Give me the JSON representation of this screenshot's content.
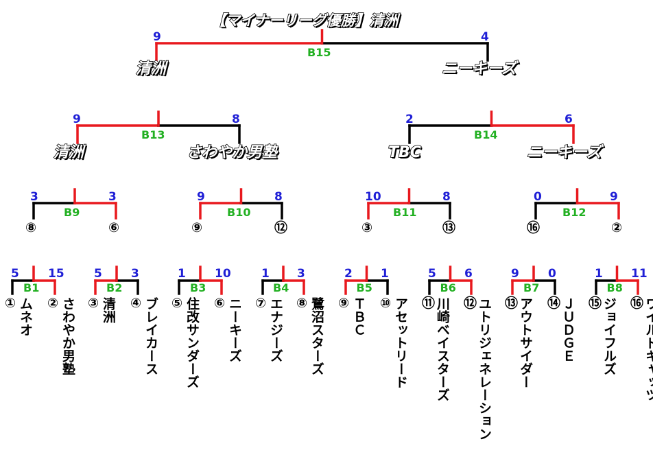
{
  "title": "【マイナーリーグ優勝】清洲",
  "colors": {
    "win": "#e8191e",
    "lose": "#000000",
    "score": "#1f1fd6",
    "game": "#22b022"
  },
  "round1": [
    {
      "game": "B1",
      "left": {
        "seed": "①",
        "name": "ムネオ",
        "score": "5"
      },
      "right": {
        "seed": "②",
        "name": "さわやか男塾",
        "score": "15"
      },
      "winner": "right"
    },
    {
      "game": "B2",
      "left": {
        "seed": "③",
        "name": "清洲",
        "score": "5"
      },
      "right": {
        "seed": "④",
        "name": "ブレイカース",
        "score": "3"
      },
      "winner": "left"
    },
    {
      "game": "B3",
      "left": {
        "seed": "⑤",
        "name": "住改サンダーズ",
        "score": "1"
      },
      "right": {
        "seed": "⑥",
        "name": "ニーキーズ",
        "score": "10"
      },
      "winner": "right"
    },
    {
      "game": "B4",
      "left": {
        "seed": "⑦",
        "name": "エナジーズ",
        "score": "1"
      },
      "right": {
        "seed": "⑧",
        "name": "鷺沼スターズ",
        "score": "3"
      },
      "winner": "right"
    },
    {
      "game": "B5",
      "left": {
        "seed": "⑨",
        "name": "ＴＢＣ",
        "score": "2"
      },
      "right": {
        "seed": "⑩",
        "name": "アセットリード",
        "score": "1"
      },
      "winner": "left"
    },
    {
      "game": "B6",
      "left": {
        "seed": "⑪",
        "name": "川崎ベイスターズ",
        "score": "5"
      },
      "right": {
        "seed": "⑫",
        "name": "ユトリジェネレーション",
        "score": "6"
      },
      "winner": "right"
    },
    {
      "game": "B7",
      "left": {
        "seed": "⑬",
        "name": "アウトサイダー",
        "score": "9"
      },
      "right": {
        "seed": "⑭",
        "name": "ＪＵＤＧＥ",
        "score": "0"
      },
      "winner": "left"
    },
    {
      "game": "B8",
      "left": {
        "seed": "⑮",
        "name": "ジョイフルズ",
        "score": "1"
      },
      "right": {
        "seed": "⑯",
        "name": "ワイルドキャッツ",
        "score": "11"
      },
      "winner": "right"
    }
  ],
  "round2": [
    {
      "game": "B9",
      "left": {
        "seed": "⑧",
        "score": "3"
      },
      "right": {
        "seed": "⑥",
        "score": "3"
      },
      "winner": "right"
    },
    {
      "game": "B10",
      "left": {
        "seed": "⑨",
        "score": "9"
      },
      "right": {
        "seed": "⑫",
        "score": "8"
      },
      "winner": "left"
    },
    {
      "game": "B11",
      "left": {
        "seed": "③",
        "score": "10"
      },
      "right": {
        "seed": "⑬",
        "score": "8"
      },
      "winner": "left"
    },
    {
      "game": "B12",
      "left": {
        "seed": "⑯",
        "score": "0"
      },
      "right": {
        "seed": "②",
        "score": "9"
      },
      "winner": "right"
    }
  ],
  "round3": [
    {
      "game": "B13",
      "left": {
        "name": "清洲",
        "score": "9"
      },
      "right": {
        "name": "さわやか男塾",
        "score": "8"
      },
      "winner": "left"
    },
    {
      "game": "B14",
      "left": {
        "name": "TBC",
        "score": "2"
      },
      "right": {
        "name": "ニーキーズ",
        "score": "6"
      },
      "winner": "right"
    }
  ],
  "final": {
    "game": "B15",
    "left": {
      "name": "清洲",
      "score": "9"
    },
    "right": {
      "name": "ニーキーズ",
      "score": "4"
    },
    "winner": "left"
  }
}
